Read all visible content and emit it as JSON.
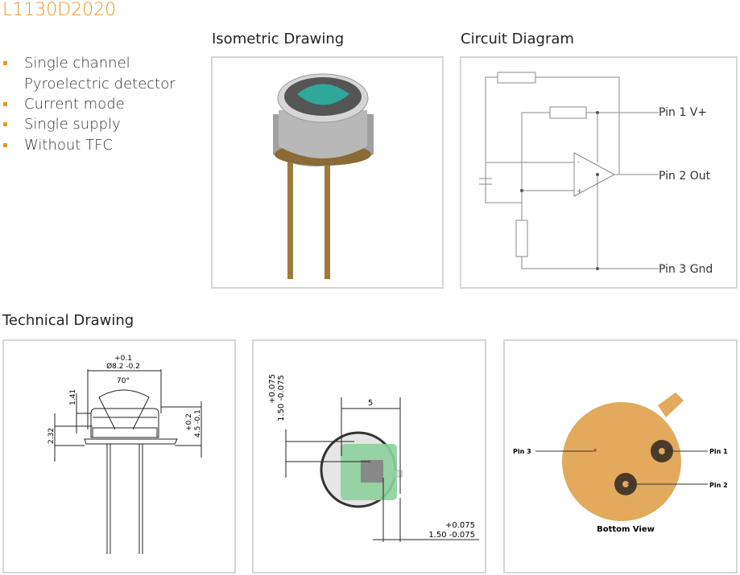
{
  "product": {
    "title": "L1130D2020"
  },
  "features": [
    "Single channel",
    "Pyroelectric detector",
    "Current mode",
    "Single supply",
    "Without TFC"
  ],
  "sections": {
    "isometric": "Isometric Drawing",
    "circuit": "Circuit Diagram",
    "technical": "Technical Drawing"
  },
  "circuit": {
    "pin1": "Pin 1 V+",
    "pin2": "Pin 2 Out",
    "pin3": "Pin 3 Gnd",
    "minus": "-",
    "plus": "+"
  },
  "technical": {
    "side": {
      "diameter_tol": "+0.1",
      "diameter": "Ø8.2 -0.2",
      "angle": "70°",
      "d1": "1.41",
      "d2": "2.32",
      "height_tol": "+0.2",
      "height": "4.5 -0.1"
    },
    "top": {
      "width": "5",
      "v_tol": "+0.075",
      "v_dim": "1.50 -0.075",
      "h_tol": "+0.075",
      "h_dim": "1.50 -0.075"
    },
    "bottom": {
      "pin1": "Pin 1",
      "pin2": "Pin 2",
      "pin3": "Pin 3",
      "caption": "Bottom View"
    }
  },
  "colors": {
    "accent": "#E8962A",
    "window": "#2FA89A",
    "pcb": "#8ccf9c",
    "copper": "#E3A95C"
  }
}
